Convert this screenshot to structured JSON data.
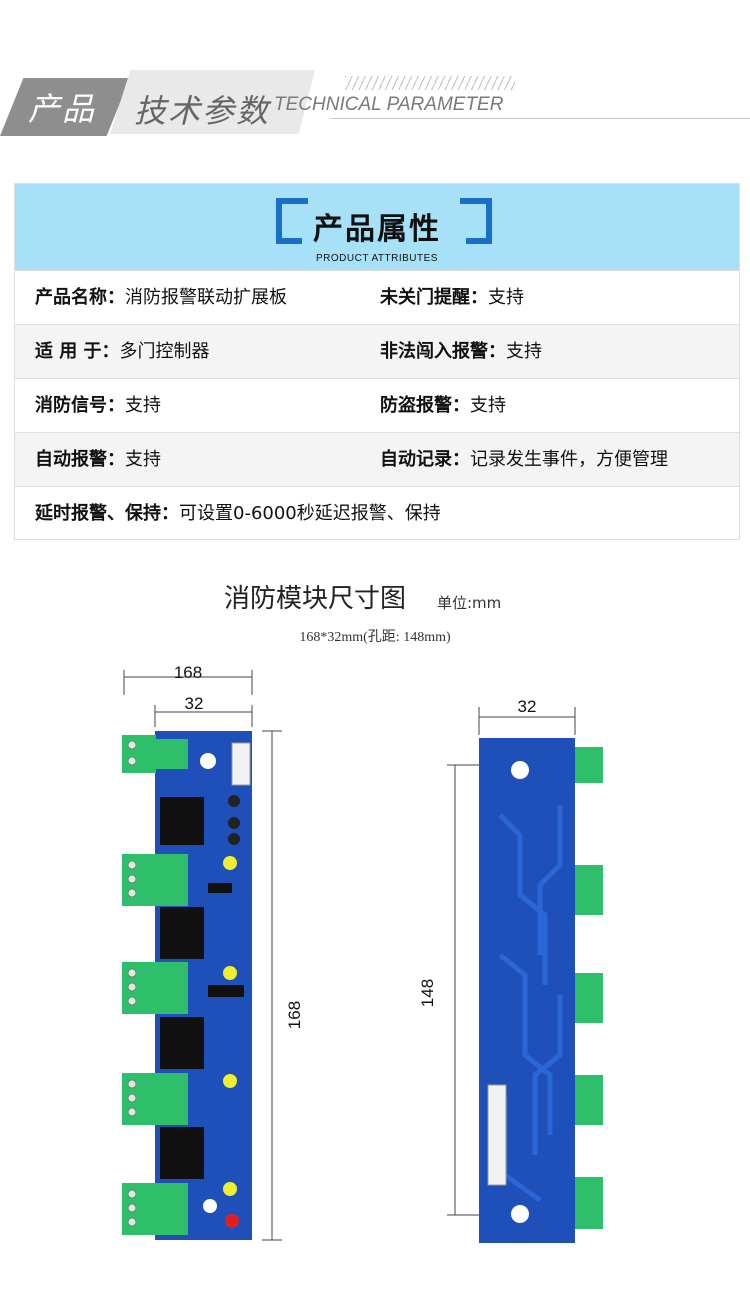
{
  "header": {
    "cn_dark": "产品",
    "cn_light": "技术参数",
    "en": "TECHNICAL PARAMETER"
  },
  "attributes": {
    "title": "产品属性",
    "subtitle": "PRODUCT ATTRIBUTES",
    "rows": [
      {
        "left_key": "产品名称：",
        "left_val": "消防报警联动扩展板",
        "right_key": "未关门提醒：",
        "right_val": "支持"
      },
      {
        "left_key": "适 用 于：",
        "left_val": "多门控制器",
        "right_key": "非法闯入报警：",
        "right_val": "支持"
      },
      {
        "left_key": "消防信号：",
        "left_val": "支持",
        "right_key": "防盗报警：",
        "right_val": "支持"
      },
      {
        "left_key": "自动报警：",
        "left_val": "支持",
        "right_key": "自动记录：",
        "right_val": "记录发生事件，方便管理"
      },
      {
        "left_key": "延时报警、保持：",
        "left_val": "可设置0-6000秒延迟报警、保持"
      }
    ]
  },
  "dimensions": {
    "title": "消防模块尺寸图",
    "unit": "单位:mm",
    "subtitle": "168*32mm(孔距: 148mm)",
    "front": {
      "width_label": "168",
      "inner_label": "32",
      "height_label": "168"
    },
    "back": {
      "width_label": "32",
      "height_label": "148"
    }
  },
  "colors": {
    "board_blue": "#1f4fb8",
    "terminal_green": "#2fbf6a",
    "header_blue": "#a6e1f8",
    "bracket_blue": "#1b6fc7"
  }
}
